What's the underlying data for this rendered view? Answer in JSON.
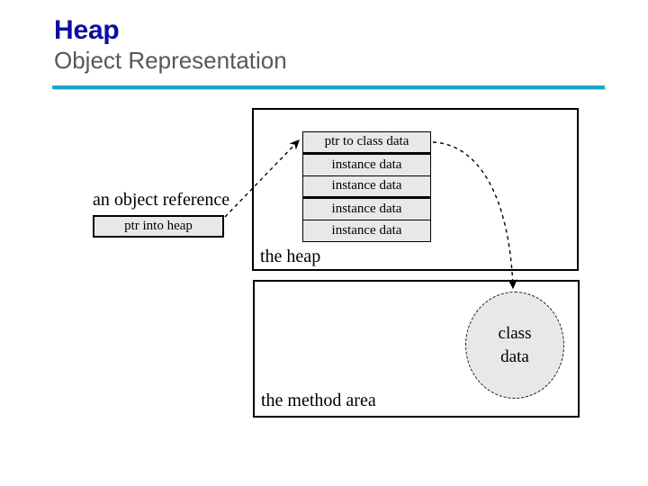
{
  "slide": {
    "title": "Heap",
    "subtitle": "Object Representation",
    "title_color": "#0d0da0",
    "subtitle_color": "#585858",
    "rule_color": "#17a8c8",
    "background_color": "#ffffff"
  },
  "diagram": {
    "regions": [
      {
        "id": "heap",
        "label": "the heap"
      },
      {
        "id": "method-area",
        "label": "the method area"
      }
    ],
    "object_reference": {
      "label": "an object reference",
      "cell_text": "ptr into heap"
    },
    "object_cells": [
      {
        "text": "ptr to class data"
      },
      {
        "text": "instance data"
      },
      {
        "text": "instance data"
      },
      {
        "text": "instance data"
      },
      {
        "text": "instance data"
      }
    ],
    "class_data": {
      "line1": "class",
      "line2": "data"
    },
    "arrows": [
      {
        "name": "reference-to-object-arrow",
        "from": "ptr into heap",
        "to": "ptr to class data",
        "style": "dashed"
      },
      {
        "name": "class-pointer-arrow",
        "from": "ptr to class data",
        "to": "class data",
        "style": "dashed-curved"
      }
    ],
    "cell_fill_color": "#e8e8e8",
    "stroke_color": "#000000"
  }
}
